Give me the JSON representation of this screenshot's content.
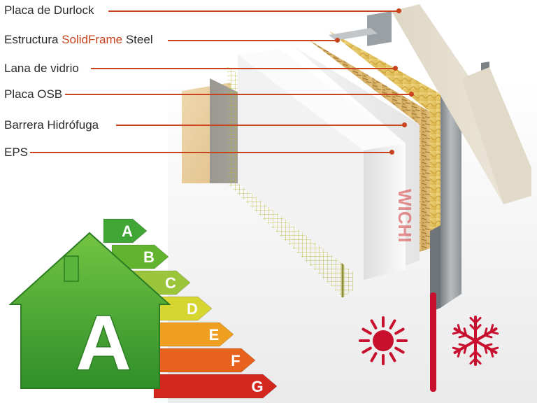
{
  "layers": [
    {
      "id": "durlock",
      "label": "Placa de Durlock"
    },
    {
      "id": "steel",
      "label_prefix": "Estructura ",
      "label_brand": "SolidFrame",
      "label_suffix": " Steel"
    },
    {
      "id": "glass-wool",
      "label": "Lana de vidrio"
    },
    {
      "id": "osb",
      "label": "Placa OSB"
    },
    {
      "id": "barrier",
      "label": "Barrera Hidrófuga"
    },
    {
      "id": "eps",
      "label": "EPS"
    }
  ],
  "energy_rating": {
    "main_grade": "A",
    "grades": [
      "A",
      "B",
      "C",
      "D",
      "E",
      "F",
      "G"
    ],
    "colors": [
      "#3fa535",
      "#62b32e",
      "#9bc53a",
      "#d7d52f",
      "#f0a020",
      "#e8621d",
      "#d3271e"
    ]
  },
  "wall_graphic": {
    "wrap_text": "WICHI"
  },
  "climate_icons": {
    "sun": "sun-icon",
    "snowflake": "snowflake-icon",
    "accent": "#c8102e"
  },
  "colors": {
    "accent": "#c8431e",
    "house_green": "#4aa832"
  }
}
